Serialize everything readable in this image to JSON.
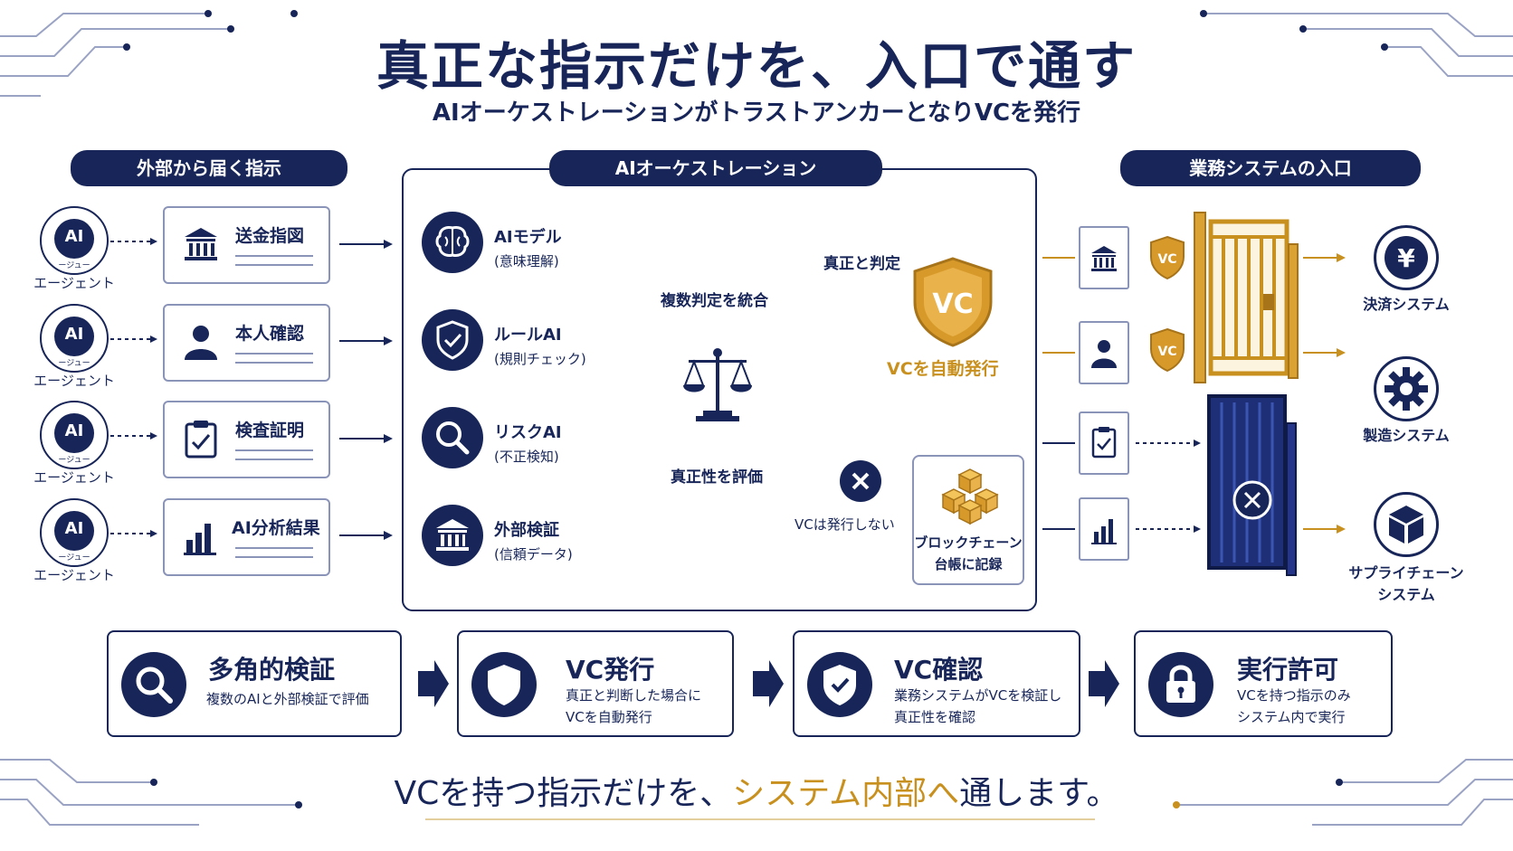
{
  "title": "真正な指示だけを、入口で通す",
  "subtitle": "AIオーケストレーションがトラストアンカーとなりVCを発行",
  "headers": {
    "left": "外部から届く指示",
    "center": "AIオーケストレーション",
    "right": "業務システムの入口"
  },
  "agents": {
    "icon_text": "AI",
    "icon_sub": "ージュー",
    "label": "エージェント"
  },
  "instructions": [
    {
      "label": "送金指図",
      "icon": "bank-icon"
    },
    {
      "label": "本人確認",
      "icon": "person-icon"
    },
    {
      "label": "検査証明",
      "icon": "clipboard-check-icon"
    },
    {
      "label": "AI分析結果",
      "icon": "bar-chart-icon"
    }
  ],
  "modules": [
    {
      "name": "AIモデル",
      "sub": "(意味理解)",
      "icon": "brain-icon"
    },
    {
      "name": "ルールAI",
      "sub": "(規則チェック)",
      "icon": "shield-check-icon"
    },
    {
      "name": "リスクAI",
      "sub": "(不正検知)",
      "icon": "search-icon"
    },
    {
      "name": "外部検証",
      "sub": "(信頼データ)",
      "icon": "bank-icon"
    }
  ],
  "center": {
    "integrate": "複数判定を統合",
    "evaluate": "真正性を評価",
    "judged_authentic": "真正と判定",
    "vc_badge": "VC",
    "auto_issue": "VCを自動発行",
    "not_issue": "VCは発行しない",
    "blockchain_line1": "ブロックチェーン",
    "blockchain_line2": "台帳に記録"
  },
  "gate": {
    "vc_badge": "VC"
  },
  "systems": [
    {
      "label_line1": "決済システム",
      "label_line2": "",
      "icon": "yen-icon"
    },
    {
      "label_line1": "製造システム",
      "label_line2": "",
      "icon": "gear-icon"
    },
    {
      "label_line1": "サプライチェーン",
      "label_line2": "システム",
      "icon": "box-icon"
    }
  ],
  "steps": [
    {
      "title": "多角的検証",
      "desc1": "複数のAIと外部検証で評価",
      "desc2": "",
      "icon": "search-icon"
    },
    {
      "title": "VC発行",
      "desc1": "真正と判断した場合に",
      "desc2": "VCを自動発行",
      "icon": "shield-icon"
    },
    {
      "title": "VC確認",
      "desc1": "業務システムがVCを検証し",
      "desc2": "真正性を確認",
      "icon": "shield-check-icon"
    },
    {
      "title": "実行許可",
      "desc1": "VCを持つ指示のみ",
      "desc2": "システム内で実行",
      "icon": "lock-icon"
    }
  ],
  "footer": {
    "part1": "VCを持つ指示だけを、",
    "highlight": "システム内部へ",
    "part2": "通します。"
  },
  "colors": {
    "navy": "#172558",
    "gold": "#c8901e",
    "gray": "#8a93b8"
  }
}
